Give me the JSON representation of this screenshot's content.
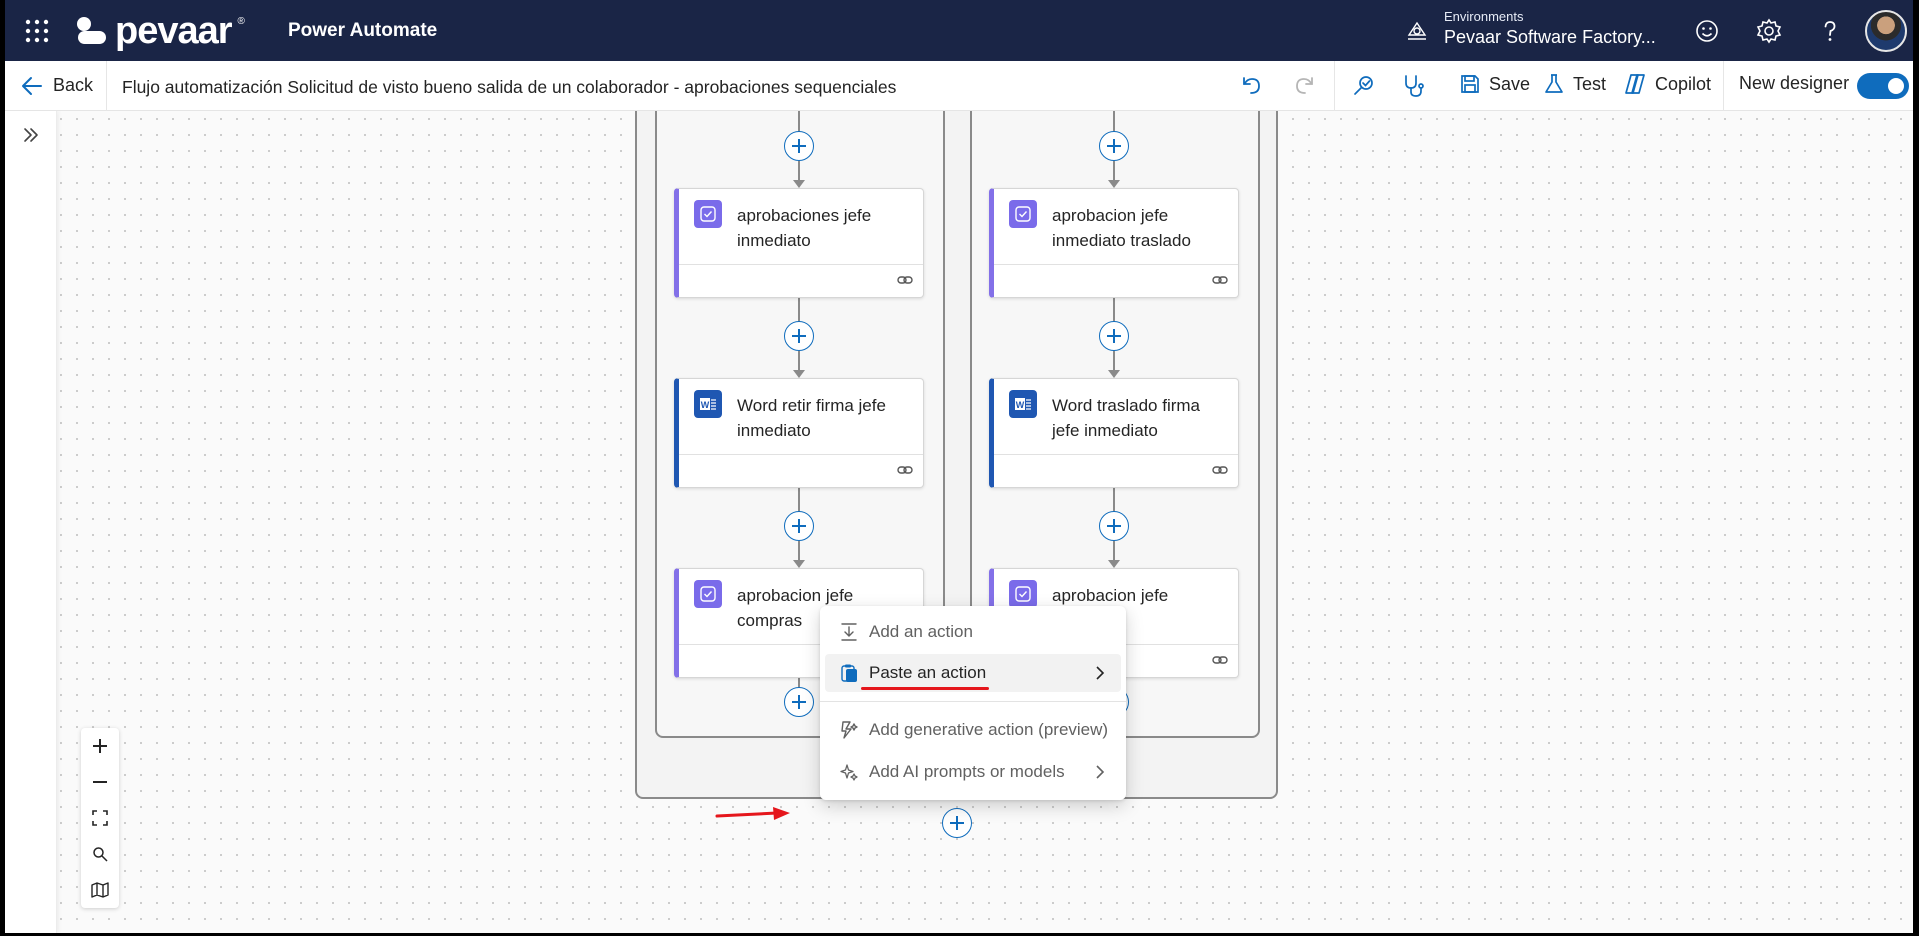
{
  "topbar": {
    "brand": "pevaar",
    "brand_mark": "®",
    "app_name": "Power Automate",
    "environment_label": "Environments",
    "environment_name": "Pevaar Software Factory..."
  },
  "commandbar": {
    "back_label": "Back",
    "flow_title": "Flujo automatización Solicitud de visto bueno salida de un colaborador - aprobaciones sequenciales",
    "save_label": "Save",
    "test_label": "Test",
    "copilot_label": "Copilot",
    "new_designer_label": "New designer",
    "new_designer_on": true
  },
  "cards": {
    "left": [
      {
        "title": "aprobaciones jefe inmediato",
        "icon": "approvals-icon"
      },
      {
        "title": "Word retir firma jefe inmediato",
        "icon": "word-icon"
      },
      {
        "title": "aprobacion jefe compras",
        "icon": "approvals-icon"
      }
    ],
    "right": [
      {
        "title": "aprobacion jefe inmediato traslado",
        "icon": "approvals-icon"
      },
      {
        "title": "Word traslado firma jefe inmediato",
        "icon": "word-icon"
      },
      {
        "title": "aprobacion jefe traslado",
        "icon": "approvals-icon"
      }
    ]
  },
  "menu": {
    "items": [
      {
        "label": "Add an action",
        "icon": "add-action-icon"
      },
      {
        "label": "Paste an action",
        "icon": "clipboard-icon"
      },
      {
        "label": "Add generative action (preview)",
        "icon": "generative-action-icon"
      },
      {
        "label": "Add AI prompts or models",
        "icon": "ai-sparkle-icon"
      }
    ]
  },
  "colors": {
    "topbar": "#1a2546",
    "accent": "#0f6cbd",
    "approvals": "#7a6bea",
    "word": "#1f57b2",
    "annotation": "#e5161c"
  }
}
